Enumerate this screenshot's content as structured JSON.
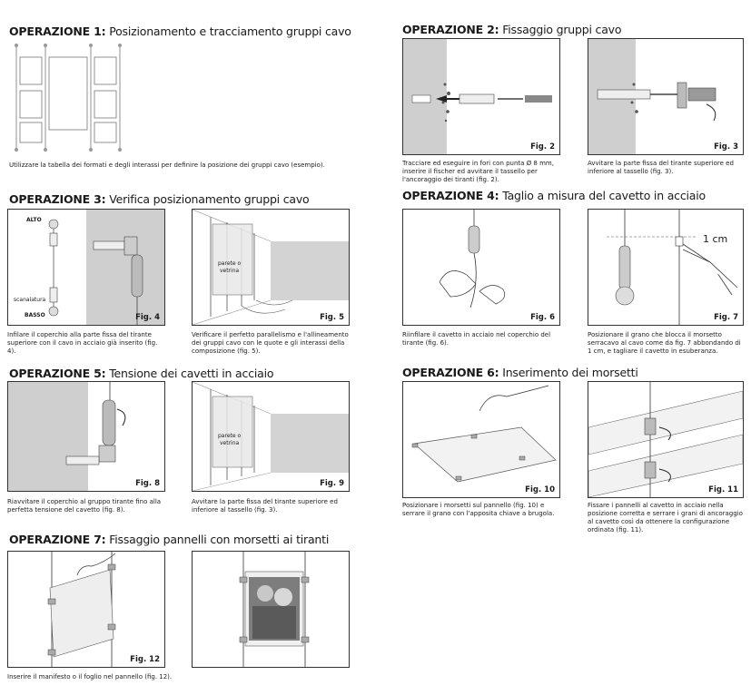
{
  "op1": {
    "title": "OPERAZIONE 1:",
    "sub": "Posizionamento e tracciamento gruppi cavo",
    "caption": "Utilizzare la tabella dei formati e degli interassi per definire la posizione dei gruppi cavo (esempio)."
  },
  "op2": {
    "title": "OPERAZIONE 2:",
    "sub": "Fissaggio gruppi cavo",
    "fig2": "Fig. 2",
    "fig3": "Fig. 3",
    "cap2": "Tracciare ed eseguire in fori con punta Ø 8 mm, inserire il fischer ed avvitare il tassello per l'ancoraggio dei tiranti (fig. 2).",
    "cap3": "Avvitare la parte fissa del tirante superiore ed inferiore al tassello (fig. 3)."
  },
  "op3": {
    "title": "OPERAZIONE 3:",
    "sub": "Verifica posizionamento gruppi cavo",
    "fig4": "Fig. 4",
    "fig5": "Fig. 5",
    "alto": "ALTO",
    "scanalatura": "scanalatura",
    "basso": "BASSO",
    "parete": "parete o",
    "vetrina": "vetrina",
    "cap4": "Infilare il coperchio alla parte fissa del tirante superiore con il cavo in acciaio già inserito (fig. 4).",
    "cap5": "Verificare il perfetto parallelismo e l'allineamento dei gruppi cavo con le quote e gli interassi della composizione (fig. 5)."
  },
  "op4": {
    "title": "OPERAZIONE 4:",
    "sub": "Taglio a misura del cavetto in acciaio",
    "fig6": "Fig. 6",
    "fig7": "Fig. 7",
    "cm": "1 cm",
    "cap6": "Riinfilare il cavetto in acciaio nel coperchio del tirante (fig. 6).",
    "cap7": "Posizionare il grano che blocca il morsetto serracavo al cavo come da fig. 7 abbondando di 1 cm, e tagliare il cavetto in esuberanza."
  },
  "op5": {
    "title": "OPERAZIONE 5:",
    "sub": "Tensione dei cavetti in acciaio",
    "fig8": "Fig. 8",
    "fig9": "Fig. 9",
    "parete": "parete o",
    "vetrina": "vetrina",
    "cap8": "Riavvitare il coperchio al gruppo tirante fino alla perfetta tensione del cavetto (fig. 8).",
    "cap9": "Avvitare la parte fissa del tirante superiore ed inferiore al tassello (fig. 3)."
  },
  "op6": {
    "title": "OPERAZIONE 6:",
    "sub": "Inserimento dei morsetti",
    "fig10": "Fig. 10",
    "fig11": "Fig. 11",
    "cap10": "Posizionare i morsetti sul pannello (fig. 10) e serrare il grano con l'apposita chiave a brugola.",
    "cap11": "Fissare i pannelli al cavetto in acciaio nella posizione corretta e serrare i grani di ancoraggio al cavetto così da ottenere la configurazione ordinata (fig. 11)."
  },
  "op7": {
    "title": "OPERAZIONE 7:",
    "sub": "Fissaggio pannelli con morsetti ai tiranti",
    "fig12": "Fig. 12",
    "cap12": "Inserire il manifesto o il foglio nel pannello (fig. 12)."
  }
}
